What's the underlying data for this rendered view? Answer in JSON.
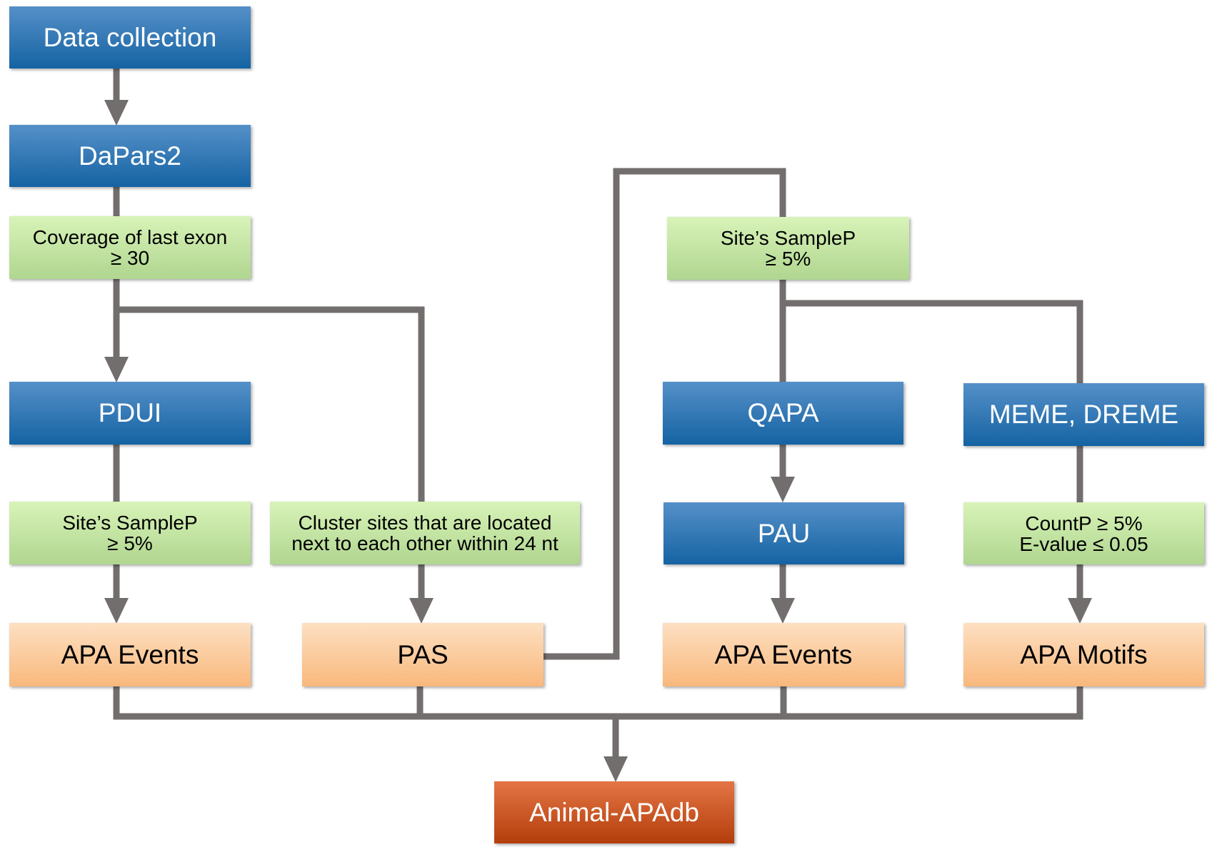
{
  "diagram": {
    "nodes": {
      "data_collection": {
        "label": "Data collection",
        "type": "process"
      },
      "dapars2": {
        "label": "DaPars2",
        "type": "process"
      },
      "coverage_filter": {
        "label": "Coverage of last exon\n≥ 30",
        "type": "filter"
      },
      "pdui": {
        "label": "PDUI",
        "type": "process"
      },
      "site_samplep_left": {
        "label": "Site’s SampleP\n≥ 5%",
        "type": "filter"
      },
      "cluster_filter": {
        "label": "Cluster sites that are located\nnext to each other within 24 nt",
        "type": "filter"
      },
      "apa_events_left": {
        "label": "APA Events",
        "type": "output"
      },
      "pas": {
        "label": "PAS",
        "type": "output"
      },
      "site_samplep_right": {
        "label": "Site’s SampleP\n≥ 5%",
        "type": "filter"
      },
      "qapa": {
        "label": "QAPA",
        "type": "process"
      },
      "meme_dreme": {
        "label": "MEME, DREME",
        "type": "process"
      },
      "pau": {
        "label": "PAU",
        "type": "process"
      },
      "countp_filter": {
        "label": "CountP ≥ 5%\nE-value ≤ 0.05",
        "type": "filter"
      },
      "apa_events_right": {
        "label": "APA Events",
        "type": "output"
      },
      "apa_motifs": {
        "label": "APA Motifs",
        "type": "output"
      },
      "animal_apadb": {
        "label": "Animal-APAdb",
        "type": "database"
      }
    },
    "edges": [
      [
        "data_collection",
        "dapars2"
      ],
      [
        "dapars2",
        "coverage_filter"
      ],
      [
        "coverage_filter",
        "pdui"
      ],
      [
        "coverage_filter",
        "cluster_filter"
      ],
      [
        "pdui",
        "site_samplep_left"
      ],
      [
        "site_samplep_left",
        "apa_events_left"
      ],
      [
        "cluster_filter",
        "pas"
      ],
      [
        "pas",
        "site_samplep_right"
      ],
      [
        "site_samplep_right",
        "qapa"
      ],
      [
        "site_samplep_right",
        "meme_dreme"
      ],
      [
        "qapa",
        "pau"
      ],
      [
        "pau",
        "apa_events_right"
      ],
      [
        "meme_dreme",
        "countp_filter"
      ],
      [
        "countp_filter",
        "apa_motifs"
      ],
      [
        "apa_events_left",
        "animal_apadb"
      ],
      [
        "pas",
        "animal_apadb"
      ],
      [
        "apa_events_right",
        "animal_apadb"
      ],
      [
        "apa_motifs",
        "animal_apadb"
      ]
    ],
    "colors": {
      "process": "#1563a3",
      "filter": "#c4e4a4",
      "output": "#fbcb9e",
      "database": "#c9531e",
      "connector": "#736e6e"
    }
  }
}
